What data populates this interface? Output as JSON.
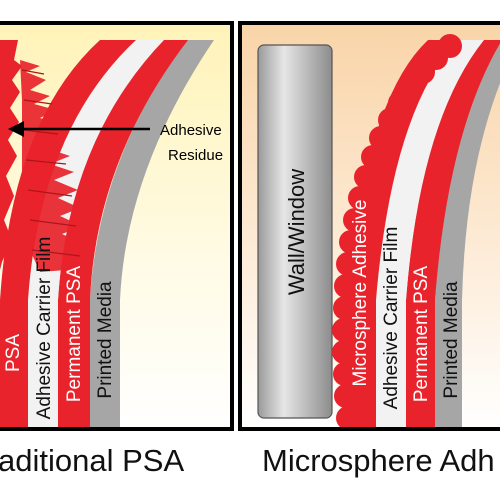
{
  "left_panel": {
    "layers": [
      "PSA",
      "Adhesive Carrier Film",
      "Permanent PSA",
      "Printed Media"
    ],
    "callout": {
      "line1": "Adhesive",
      "line2": "Residue"
    },
    "caption": "aditional PSA"
  },
  "right_panel": {
    "wall_label": "Wall/Window",
    "layers": [
      "Microsphere Adhesive",
      "Adhesive Carrier Film",
      "Permanent PSA",
      "Printed Media"
    ],
    "caption": "Microsphere Adh"
  },
  "colors": {
    "red": "#e8232b",
    "white_layer": "#f2f2f2",
    "gray_layer": "#a6a6a6",
    "left_bg_top": "#fff7c8",
    "right_bg_top": "#f9d7b0",
    "wall": "#c8c8c8",
    "border": "#000000"
  }
}
